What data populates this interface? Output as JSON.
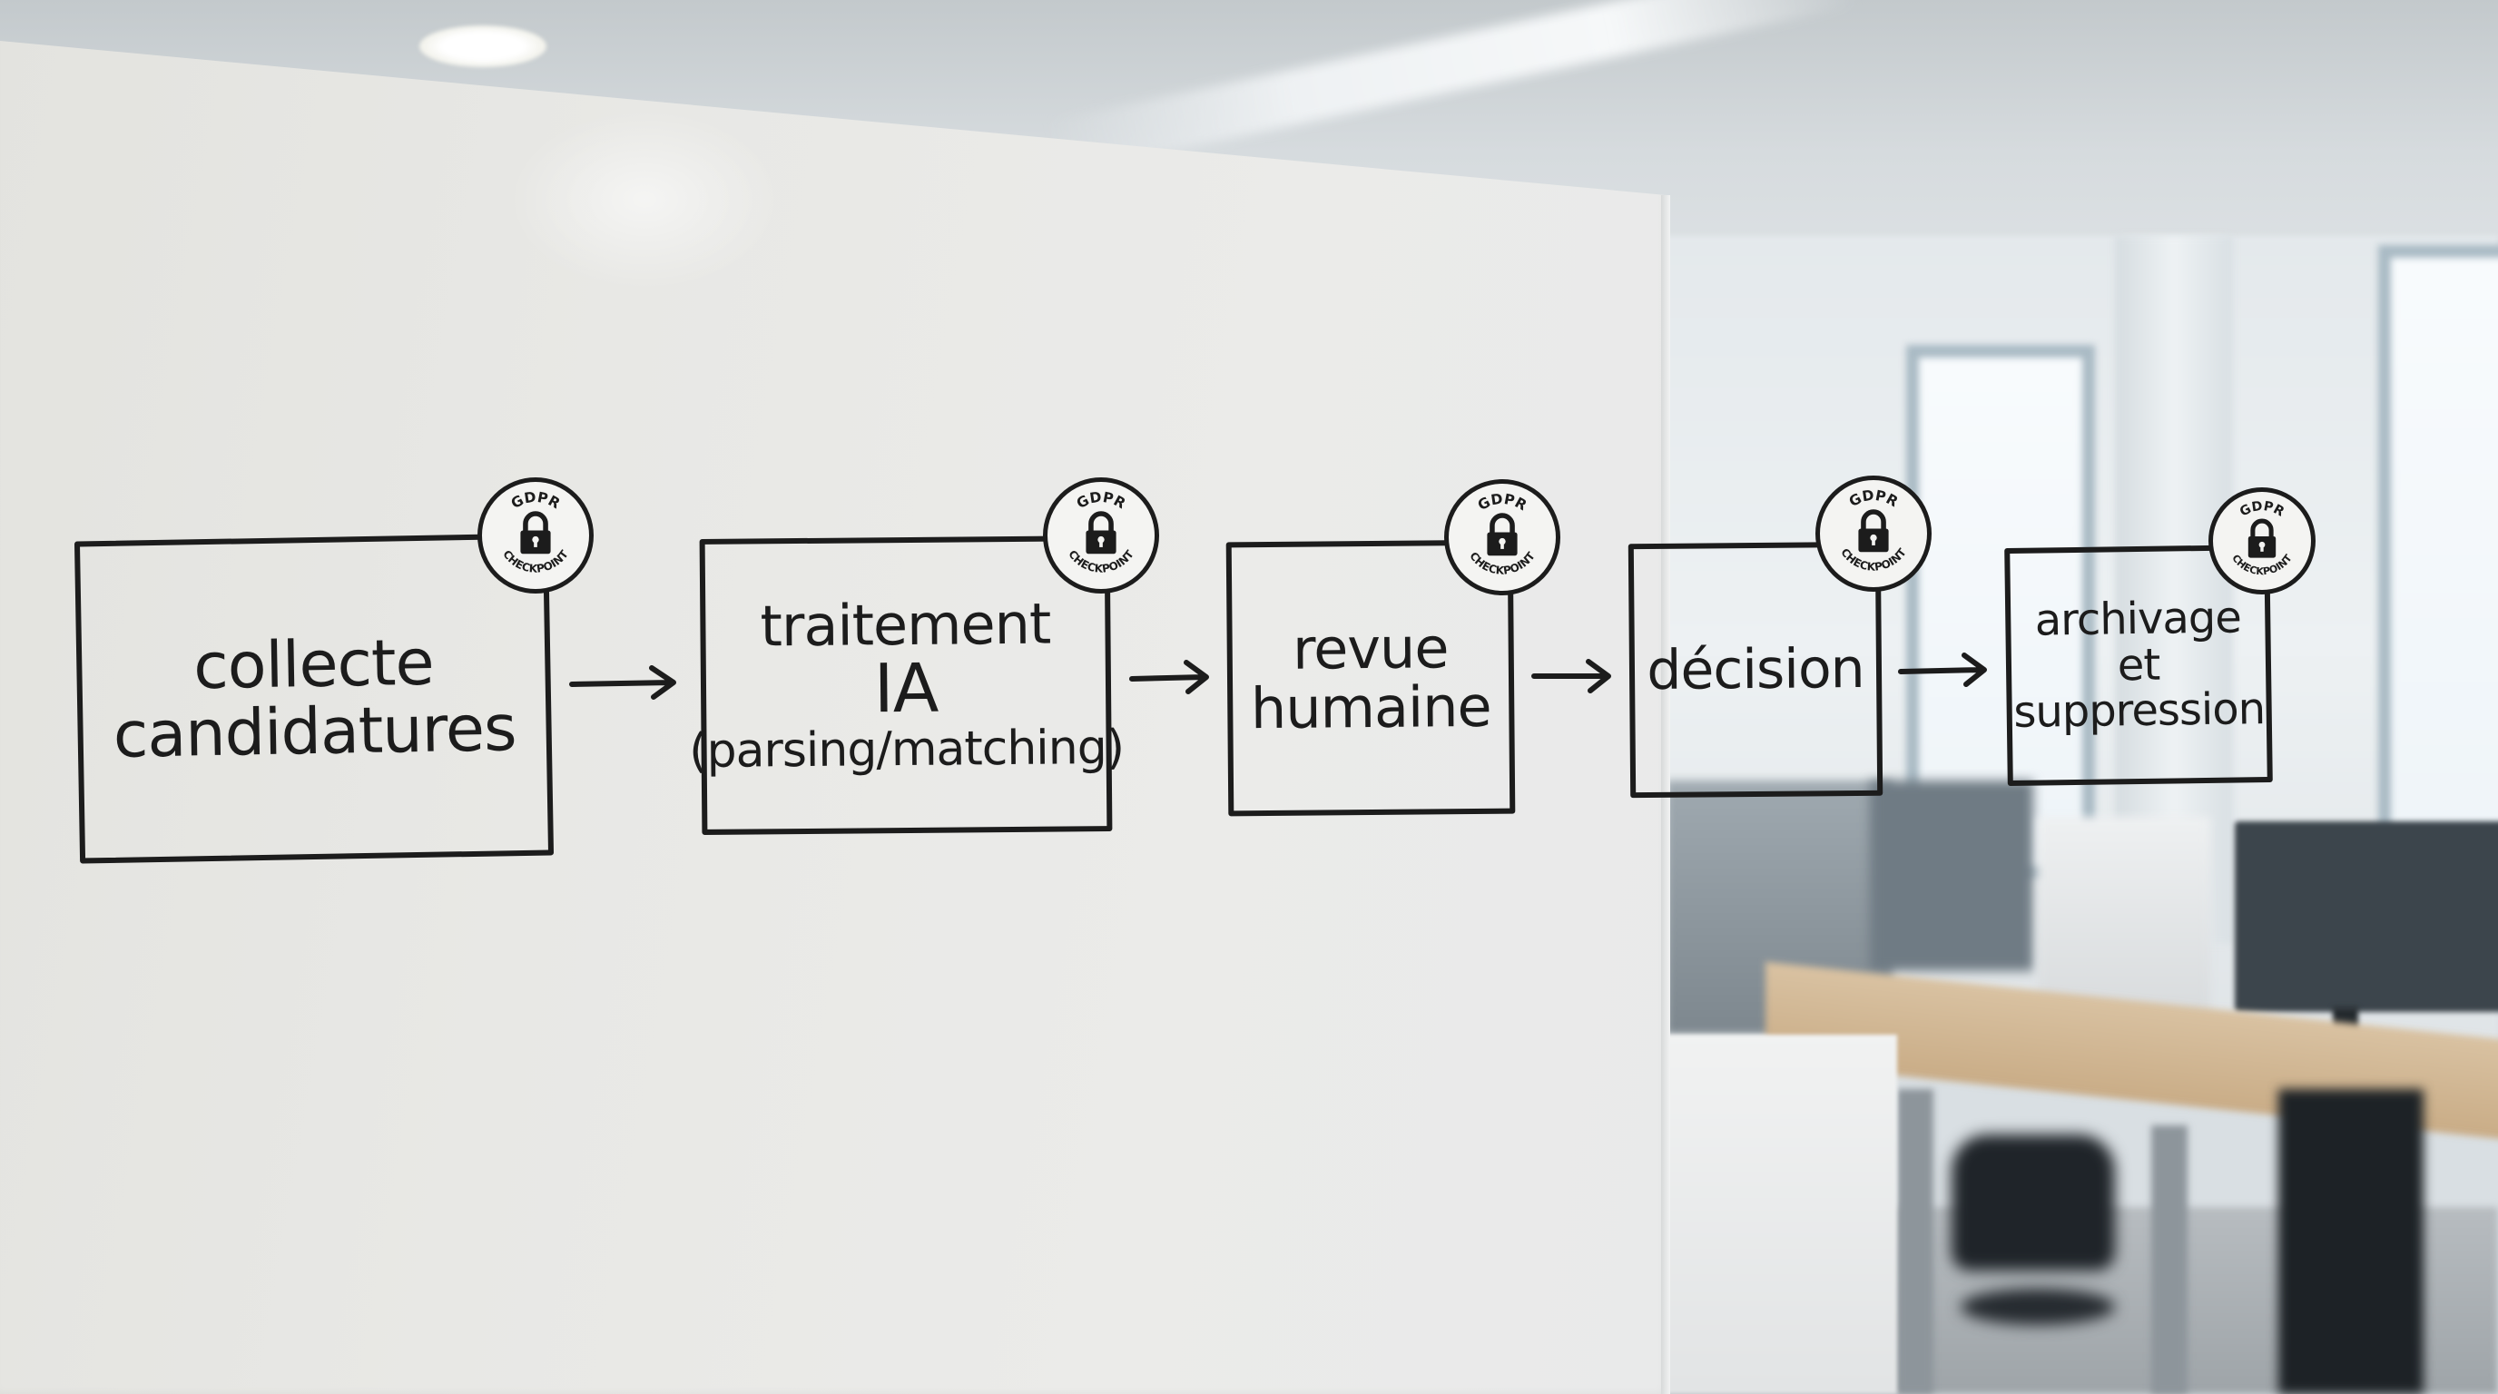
{
  "scene": {
    "description": "Whiteboard in a bright office showing a recruitment data-processing flow with GDPR checkpoints",
    "ink_color": "#1c1c1c",
    "board_color": "#e8e8e5"
  },
  "diagram": {
    "title": "",
    "steps": [
      {
        "id": 1,
        "lines": [
          "collecte",
          "candidatures"
        ],
        "badge": {
          "top": "GDPR",
          "bottom": "CHECKPOINT",
          "icon": "padlock-icon"
        }
      },
      {
        "id": 2,
        "lines": [
          "traitement",
          "IA",
          "(parsing/matching)"
        ],
        "badge": {
          "top": "GDPR",
          "bottom": "CHECKPOINT",
          "icon": "padlock-icon"
        }
      },
      {
        "id": 3,
        "lines": [
          "revue",
          "humaine"
        ],
        "badge": {
          "top": "GDPR",
          "bottom": "CHECKPOINT",
          "icon": "padlock-icon"
        }
      },
      {
        "id": 4,
        "lines": [
          "décision"
        ],
        "badge": {
          "top": "GDPR",
          "bottom": "CHECKPOINT",
          "icon": "padlock-icon"
        }
      },
      {
        "id": 5,
        "lines": [
          "archivage",
          "et",
          "suppression"
        ],
        "badge": {
          "top": "GDPR",
          "bottom": "CHECKPOINT",
          "icon": "padlock-icon"
        }
      }
    ],
    "connectors": [
      {
        "from": 1,
        "to": 2,
        "type": "arrow-right"
      },
      {
        "from": 2,
        "to": 3,
        "type": "arrow-right"
      },
      {
        "from": 3,
        "to": 4,
        "type": "arrow-right"
      },
      {
        "from": 4,
        "to": 5,
        "type": "arrow-right"
      }
    ]
  }
}
